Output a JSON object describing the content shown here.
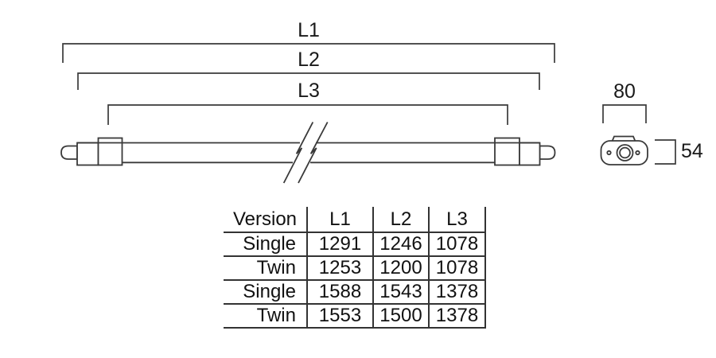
{
  "diagram": {
    "dimension_labels": {
      "l1": "L1",
      "l2": "L2",
      "l3": "L3",
      "cross_width": "80",
      "cross_height": "54"
    },
    "line_color": "#3a3a3a"
  },
  "table": {
    "headers": [
      "Version",
      "L1",
      "L2",
      "L3"
    ],
    "rows": [
      {
        "version": "Single",
        "l1": "1291",
        "l2": "1246",
        "l3": "1078"
      },
      {
        "version": "Twin",
        "l1": "1253",
        "l2": "1200",
        "l3": "1078"
      },
      {
        "version": "Single",
        "l1": "1588",
        "l2": "1543",
        "l3": "1378"
      },
      {
        "version": "Twin",
        "l1": "1553",
        "l2": "1500",
        "l3": "1378"
      }
    ]
  }
}
